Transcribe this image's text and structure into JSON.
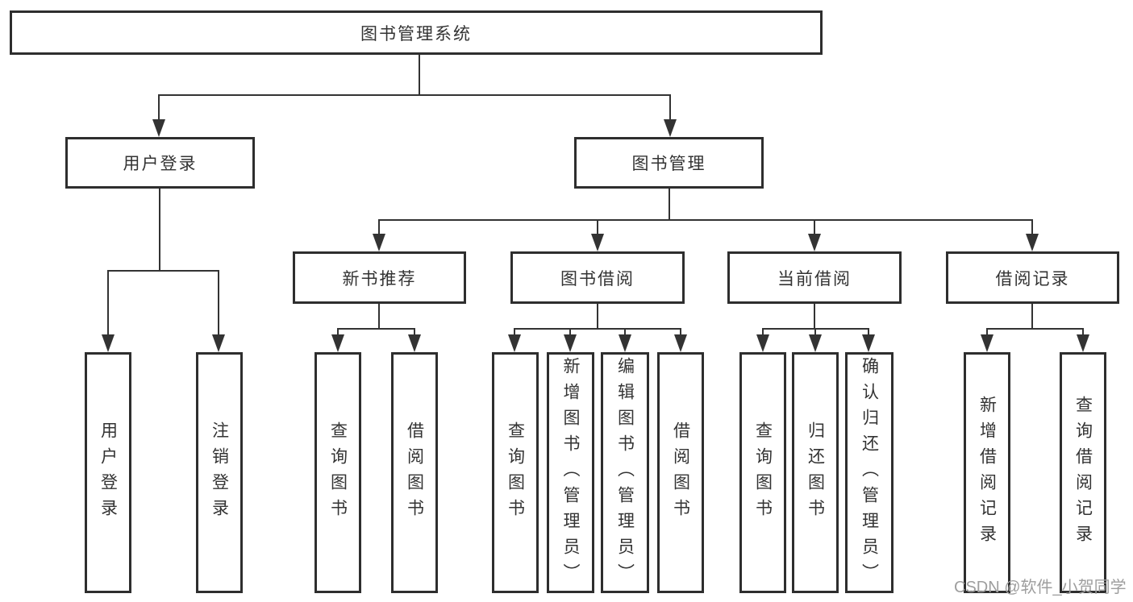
{
  "tree": {
    "root": {
      "label": "图书管理系统"
    },
    "branches": [
      {
        "label": "用户登录",
        "children": [
          {
            "label": "用户登录"
          },
          {
            "label": "注销登录"
          }
        ]
      },
      {
        "label": "图书管理",
        "children": [
          {
            "label": "新书推荐",
            "children": [
              {
                "label": "查询图书"
              },
              {
                "label": "借阅图书"
              }
            ]
          },
          {
            "label": "图书借阅",
            "children": [
              {
                "label": "查询图书"
              },
              {
                "label": "新增图书（管理员）"
              },
              {
                "label": "编辑图书（管理员）"
              },
              {
                "label": "借阅图书"
              }
            ]
          },
          {
            "label": "当前借阅",
            "children": [
              {
                "label": "查询图书"
              },
              {
                "label": "归还图书"
              },
              {
                "label": "确认归还（管理员）"
              }
            ]
          },
          {
            "label": "借阅记录",
            "children": [
              {
                "label": "新增借阅记录"
              },
              {
                "label": "查询借阅记录"
              }
            ]
          }
        ]
      }
    ]
  },
  "watermark": {
    "text": "CSDN @软件_小贺同学"
  },
  "colors": {
    "line": "#333333",
    "box_border": "#2e2e2e",
    "box_fill": "#ffffff",
    "text": "#333333",
    "watermark": "#9e9e9e",
    "background": "#ffffff"
  }
}
